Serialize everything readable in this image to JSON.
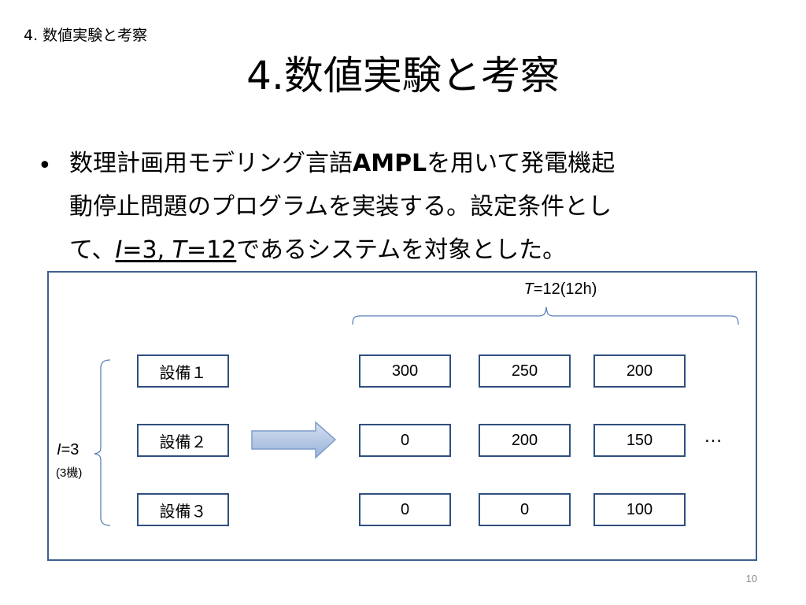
{
  "header": {
    "section_label": "4. 数値実験と考察",
    "title": "4.数値実験と考察"
  },
  "bullet": {
    "mark": "•",
    "line1_a": "数理計画用モデリング言語",
    "line1_b": "AMPL",
    "line1_c": "を用いて発電機起",
    "line2": "動停止問題のプログラムを実装する。設定条件とし",
    "line3_a": "て、",
    "line3_I": "I",
    "line3_mid": "=3, ",
    "line3_T": "T",
    "line3_tail": "=12",
    "line3_b": "であるシステムを対象とした。"
  },
  "diagram": {
    "t_label_var": "T",
    "t_label_rest": "=12(12h)",
    "i_label_var": "I",
    "i_label_rest": "=3",
    "i_sub": "(3機)",
    "equipment": [
      "設備１",
      "設備２",
      "設備３"
    ],
    "values": [
      [
        "300",
        "250",
        "200"
      ],
      [
        "0",
        "200",
        "150"
      ],
      [
        "0",
        "0",
        "100"
      ]
    ],
    "ellipsis": "…",
    "arrow_color": "#a8bedf"
  },
  "footer": {
    "page_number": "10"
  }
}
